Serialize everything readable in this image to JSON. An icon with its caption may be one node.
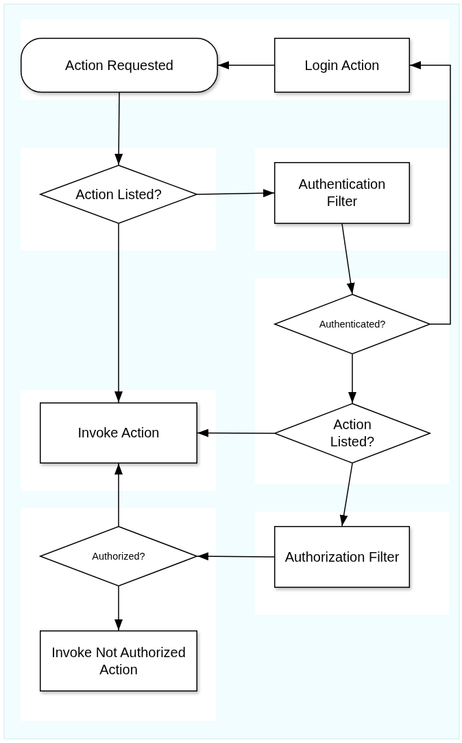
{
  "diagram": {
    "nodes": [
      {
        "text": [
          "Action Requested"
        ]
      },
      {
        "text": [
          "Login Action"
        ]
      },
      {
        "text": [
          "Action Listed?"
        ]
      },
      {
        "text": [
          "Authentication Filter"
        ]
      },
      {
        "text": [
          "Authenticated?"
        ]
      },
      {
        "text": [
          "Invoke Action"
        ]
      },
      {
        "text": [
          "Action Listed?"
        ]
      },
      {
        "text": [
          "Authorized?"
        ]
      },
      {
        "text": [
          "Authorization Filter"
        ]
      },
      {
        "text": [
          "Invoke Not Authorized Action"
        ]
      }
    ],
    "edges": [
      {
        "from": 1,
        "to": 0,
        "arrow": "to"
      },
      {
        "from": 0,
        "to": 2,
        "arrow": "to"
      },
      {
        "from": 2,
        "to": 3,
        "arrow": "to"
      },
      {
        "from": 2,
        "to": 5,
        "arrow": "to"
      },
      {
        "from": 3,
        "to": 4,
        "arrow": "to"
      },
      {
        "from": 4,
        "to": 1,
        "arrow": "to"
      },
      {
        "from": 4,
        "to": 6,
        "arrow": "to"
      },
      {
        "from": 6,
        "to": 5,
        "arrow": "to"
      },
      {
        "from": 6,
        "to": 8,
        "arrow": "to"
      },
      {
        "from": 8,
        "to": 7,
        "arrow": "to"
      },
      {
        "from": 7,
        "to": 5,
        "arrow": "to"
      },
      {
        "from": 7,
        "to": 9,
        "arrow": "to"
      }
    ]
  }
}
